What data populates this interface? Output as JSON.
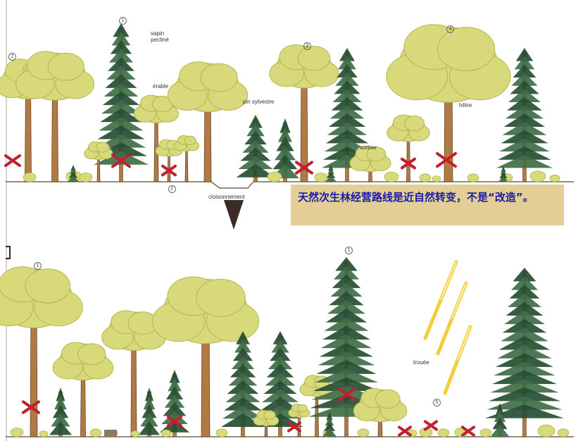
{
  "note": {
    "text": "天然次生林经营路线是近自然转变，不是“改造”。"
  },
  "labels": {
    "sapin": "sapin pectiné",
    "erable": "érable",
    "pin": "pin sylvestre",
    "sorbier": "sorbier",
    "hetre": "hêtre",
    "cloisonnement": "cloisonnement",
    "trouee": "trouée"
  },
  "markers": {
    "m1": "1",
    "m2": "2",
    "m2b": "2",
    "m3": "3",
    "m4": "4",
    "m1b": "1",
    "m1c": "1",
    "m5": "5"
  },
  "colors": {
    "broadleaf": "#d7d97a",
    "broadleaf_dark": "#b3b84f",
    "conifer": "#3f6e47",
    "conifer_dark": "#274d33",
    "trunk": "#b07a45",
    "cross": "#c0202f",
    "ground": "#6e6a52",
    "note_bg": "#e3cf96",
    "note_text": "#1a1aa8",
    "light_ray": "#f2c51c"
  }
}
